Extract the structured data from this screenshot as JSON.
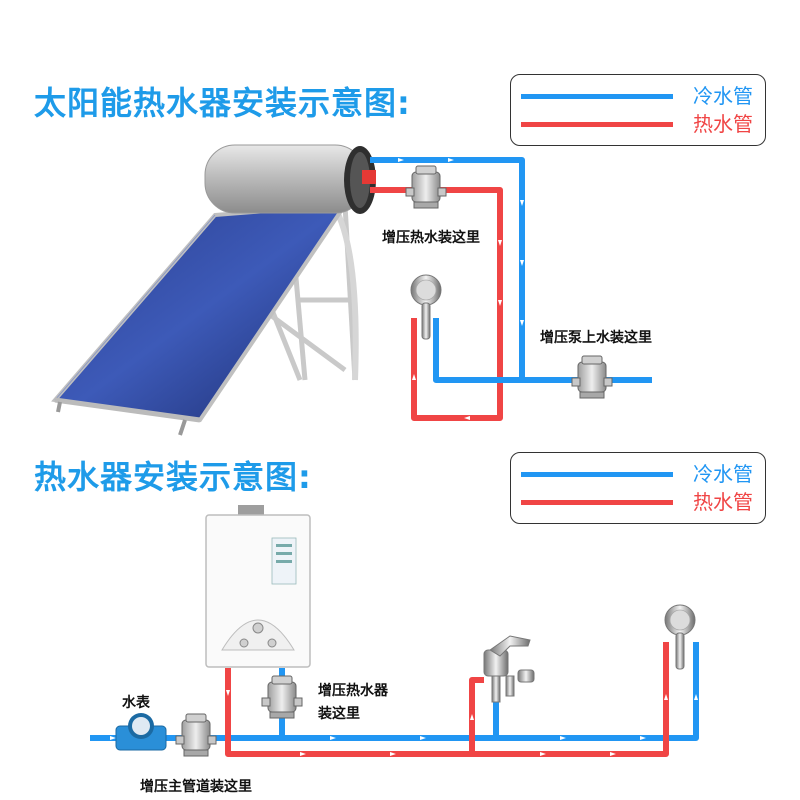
{
  "section1": {
    "title": "太阳能热水器安装示意图:",
    "legend": {
      "cold_label": "冷水管",
      "hot_label": "热水管",
      "cold_color": "#2196f3",
      "hot_color": "#f04545"
    },
    "labels": {
      "pump_hot": "增压热水装这里",
      "pump_top": "增压泵上水装这里"
    }
  },
  "section2": {
    "title": "热水器安装示意图:",
    "legend": {
      "cold_label": "冷水管",
      "hot_label": "热水管",
      "cold_color": "#2196f3",
      "hot_color": "#f04545"
    },
    "labels": {
      "meter": "水表",
      "pump_heater_line1": "增压热水器",
      "pump_heater_line2": "装这里",
      "pump_main": "增压主管道装这里"
    }
  },
  "colors": {
    "title": "#1e9be9",
    "cold_pipe": "#2196f3",
    "hot_pipe": "#f04545"
  }
}
